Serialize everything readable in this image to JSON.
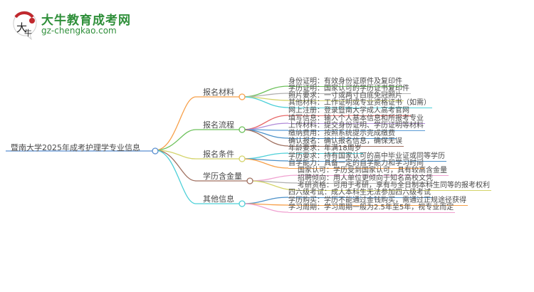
{
  "logo": {
    "title": "大牛教育成考网",
    "url": "gz-chengkao.com",
    "mark": "大牛"
  },
  "root": {
    "label": "暨南大学2025年成考护理学专业信息",
    "color": "#5b8fd0"
  },
  "branches": [
    {
      "label": "报名材料",
      "color": "#f7a04a",
      "leaves": [
        {
          "text": "身份证明：有效身份证原件及复印件",
          "color": "#6cc15a"
        },
        {
          "text": "学历证明：国家认可的学历证书复印件",
          "color": "#b0b0b0"
        },
        {
          "text": "照片要求：一寸或两寸白底免冠照片",
          "color": "#d4d46a"
        },
        {
          "text": "其他材料：工作证明或专业资格证书（如需）",
          "color": "#4dd0d8"
        }
      ]
    },
    {
      "label": "报名流程",
      "color": "#6cc15a",
      "leaves": [
        {
          "text": "网上注册：登录暨南大学成人高考官网",
          "color": "#e86a6a"
        },
        {
          "text": "填写信息：输入个人基本信息和所报考专业",
          "color": "#b08ad8"
        },
        {
          "text": "上传材料：提交身份证明、学历证明等材料",
          "color": "#5b9bd5"
        },
        {
          "text": "缴纳费用：按照系统提示完成缴费",
          "color": "#4a90c8"
        },
        {
          "text": "确认报名：确认报名信息，确保无误",
          "color": "#a07060"
        }
      ]
    },
    {
      "label": "报名条件",
      "color": "#d4d46a",
      "leaves": [
        {
          "text": "年龄要求：年满18周岁",
          "color": "#4dd0d8"
        },
        {
          "text": "学历要求：持有国家认可的高中毕业证或同等学历",
          "color": "#4a90c8"
        },
        {
          "text": "自学能力：具备一定的自学能力和学习时间",
          "color": "#f7a04a"
        }
      ]
    },
    {
      "label": "学历含金量",
      "color": "#a07060",
      "leaves": [
        {
          "text": "国家认可：学历受到国家认可，具有较高含金量",
          "color": "#f0a0d0"
        },
        {
          "text": "招聘倾向：用人单位更倾向于知名高校文凭",
          "color": "#b0b0b0"
        },
        {
          "text": "考研资格：可用于考研，享有与全日制本科生同等的报考权利",
          "color": "#d4d46a"
        }
      ]
    },
    {
      "label": "其他信息",
      "color": "#4dd0d8",
      "leaves": [
        {
          "text": "四六级考试：成人本科生无法参加四六级考试",
          "color": "#4a90c8"
        },
        {
          "text": "学历购买：学历不能通过金钱购买，需通过正规途径获得",
          "color": "#f7a04a"
        },
        {
          "text": "学习周期：学习周期一般为2.5年至5年，视专业而定",
          "color": "#f0a0d0"
        }
      ]
    }
  ]
}
